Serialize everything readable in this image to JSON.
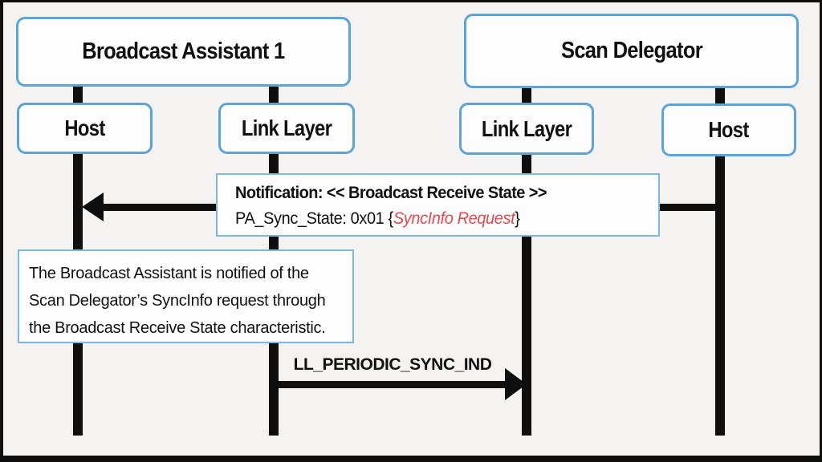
{
  "colors": {
    "accent_blue": "#5ba4d9",
    "label_box_blue": "#7db8e2",
    "line_black": "#0f0f0f",
    "highlight_red": "#e8484e",
    "background": "#f4f3f1"
  },
  "entities": {
    "broadcast_assistant": {
      "title": "Broadcast Assistant 1",
      "components": [
        {
          "label": "Host"
        },
        {
          "label": "Link Layer"
        }
      ]
    },
    "scan_delegator": {
      "title": "Scan Delegator",
      "components": [
        {
          "label": "Link Layer"
        },
        {
          "label": "Host"
        }
      ]
    }
  },
  "messages": {
    "notification": {
      "direction": "right-to-left",
      "line1": "Notification: << Broadcast Receive State >>",
      "line2_prefix": "PA_Sync_State: 0x01 {",
      "line2_highlight": "SyncInfo Request",
      "line2_suffix": "}"
    },
    "ll_periodic_sync_ind": {
      "direction": "left-to-right",
      "label": "LL_PERIODIC_SYNC_IND"
    }
  },
  "annotation": {
    "text": "The Broadcast Assistant is notified of the Scan Delegator’s SyncInfo request through the Broadcast Receive State characteristic."
  }
}
